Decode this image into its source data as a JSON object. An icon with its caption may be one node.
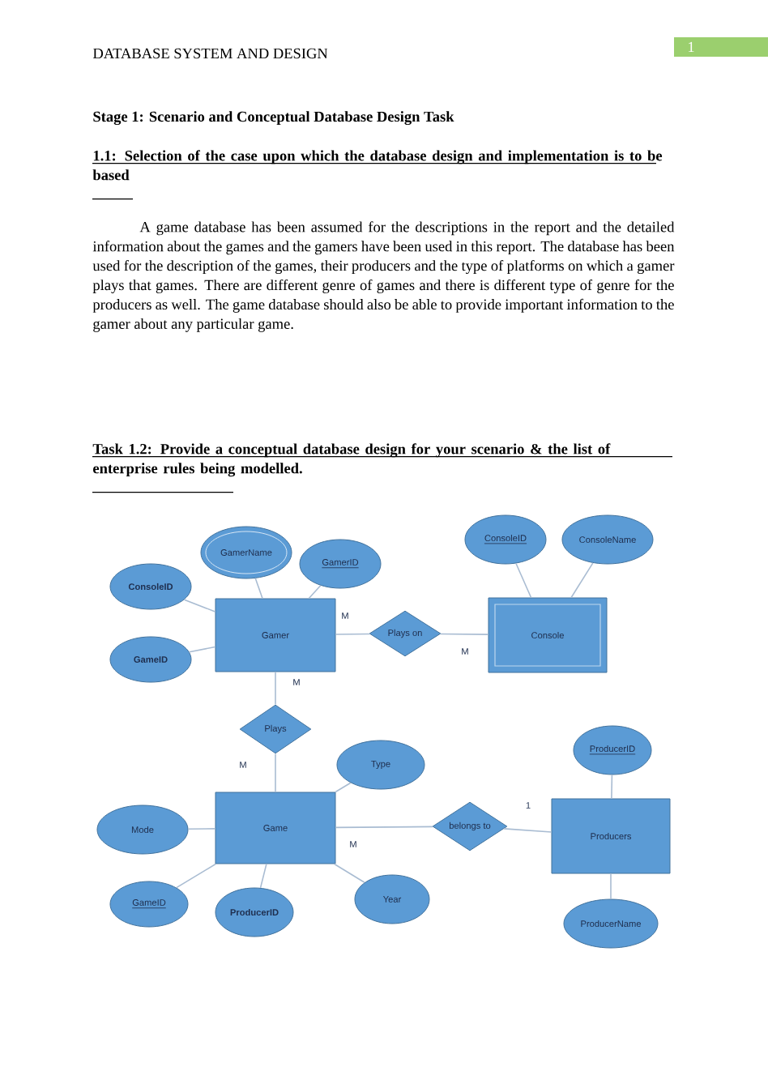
{
  "diagram": {
    "nodes": [
      {
        "text": [
          "Gamer"
        ]
      },
      {
        "text": [
          "GamerName"
        ]
      },
      {
        "text": [
          "GamerID"
        ]
      },
      {
        "text": [
          "ConsoleID"
        ]
      },
      {
        "text": [
          "GameID"
        ]
      },
      {
        "text": [
          "Plays on"
        ]
      },
      {
        "text": [
          "Console"
        ]
      },
      {
        "text": [
          "ConsoleID"
        ]
      },
      {
        "text": [
          "ConsoleName"
        ]
      },
      {
        "text": [
          "Plays"
        ]
      },
      {
        "text": [
          "Game"
        ]
      },
      {
        "text": [
          "Type"
        ]
      },
      {
        "text": [
          "Mode"
        ]
      },
      {
        "text": [
          "GameID"
        ]
      },
      {
        "text": [
          "ProducerID"
        ]
      },
      {
        "text": [
          "Year"
        ]
      },
      {
        "text": [
          "belongs to"
        ]
      },
      {
        "text": [
          "Producers"
        ]
      },
      {
        "text": [
          "ProducerID"
        ]
      },
      {
        "text": [
          "ProducerName"
        ]
      }
    ],
    "edges": [
      {
        "from": 0,
        "to": 1,
        "arrow": "none"
      },
      {
        "from": 0,
        "to": 2,
        "arrow": "none"
      },
      {
        "from": 0,
        "to": 3,
        "arrow": "none"
      },
      {
        "from": 0,
        "to": 4,
        "arrow": "none"
      },
      {
        "from": 0,
        "to": 5,
        "arrow": "none",
        "label": "M"
      },
      {
        "from": 5,
        "to": 6,
        "arrow": "none",
        "label": "M"
      },
      {
        "from": 6,
        "to": 7,
        "arrow": "none"
      },
      {
        "from": 6,
        "to": 8,
        "arrow": "none"
      },
      {
        "from": 0,
        "to": 9,
        "arrow": "none",
        "label": "M"
      },
      {
        "from": 9,
        "to": 10,
        "arrow": "none",
        "label": "M"
      },
      {
        "from": 10,
        "to": 11,
        "arrow": "none"
      },
      {
        "from": 10,
        "to": 12,
        "arrow": "none"
      },
      {
        "from": 10,
        "to": 13,
        "arrow": "none"
      },
      {
        "from": 10,
        "to": 14,
        "arrow": "none"
      },
      {
        "from": 10,
        "to": 15,
        "arrow": "none"
      },
      {
        "from": 10,
        "to": 16,
        "arrow": "none",
        "label": "M"
      },
      {
        "from": 16,
        "to": 17,
        "arrow": "none",
        "label": "1"
      },
      {
        "from": 17,
        "to": 18,
        "arrow": "none"
      },
      {
        "from": 17,
        "to": 19,
        "arrow": "none"
      }
    ],
    "labels": [
      "DATABASE SYSTEM AND DESIGN",
      "1",
      "Stage 1: Scenario and Conceptual Database Design Task",
      "1.1: Selection of the case upon which the database design and implementation is to be based",
      "A game database has been assumed for the descriptions in the report and the detailed information about the games and the gamers have been used in this report. The database has been used for the description of the games, their producers and the type of platforms on which a gamer plays that games. There are different genre of games and there is different type of genre for the producers as well. The game database should also be able to provide important information to the gamer about any particular game.",
      "Task 1.2: Provide a conceptual database design for your scenario & the list of enterprise rules being modelled."
    ]
  }
}
